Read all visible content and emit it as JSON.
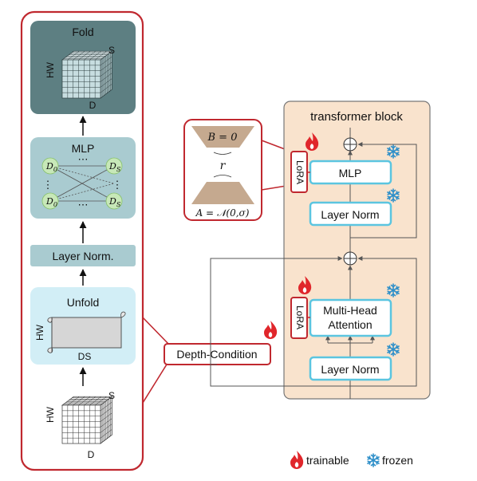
{
  "left_panel": {
    "fold": {
      "title": "Fold",
      "hw": "HW",
      "s": "S",
      "d": "D"
    },
    "mlp": {
      "title": "MLP",
      "node_d0": "D",
      "node_d0_sub": "0",
      "node_ds": "D",
      "node_ds_sub": "S",
      "ellipsis": "⋯",
      "vdots": "⋮"
    },
    "layer_norm": "Layer Norm.",
    "unfold": {
      "title": "Unfold",
      "hw": "HW",
      "ds": "DS"
    },
    "input_cube": {
      "hw": "HW",
      "s": "S",
      "d": "D"
    }
  },
  "lora_detail": {
    "b_eq": "B = 0",
    "r": "r",
    "a_eq": "A = 𝒩(0,σ)"
  },
  "transformer": {
    "title": "transformer block",
    "mlp": "MLP",
    "layer_norm_top": "Layer Norm",
    "mha_line1": "Multi-Head",
    "mha_line2": "Attention",
    "layer_norm_bottom": "Layer Norm",
    "lora": "LoRA"
  },
  "depth_condition": "Depth-Condition",
  "legend": {
    "trainable": "trainable",
    "frozen": "frozen"
  },
  "icons": {
    "trainable": "flame-icon",
    "frozen": "snowflake-icon"
  },
  "colors": {
    "red": "#c0282f",
    "cyan": "#5bc5e0",
    "teal_dark": "#5d7f82",
    "teal_light": "#a9cbd0",
    "lightblue": "#d2eef6",
    "peach": "#f9e3cd",
    "tan": "#c5a98f",
    "green_node": "#c7e8b8"
  }
}
